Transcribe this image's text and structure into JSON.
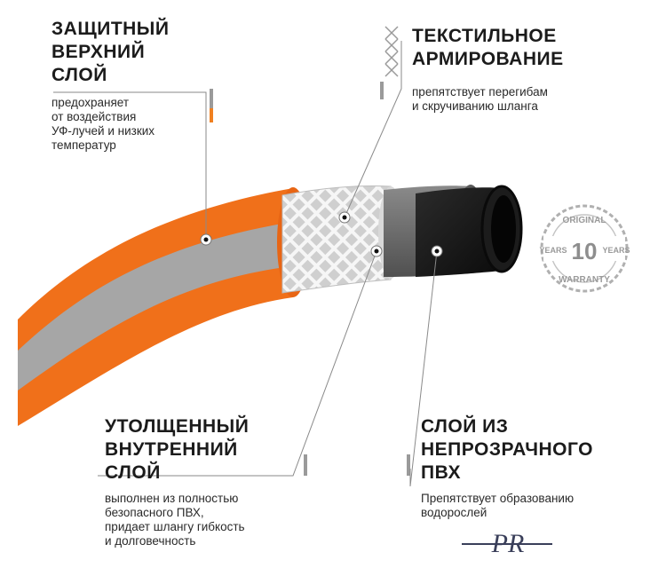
{
  "callouts": {
    "top_layer": {
      "title": [
        "ЗАЩИТНЫЙ",
        "ВЕРХНИЙ",
        "СЛОЙ"
      ],
      "desc": [
        "предохраняет",
        "от воздействия",
        "УФ-лучей и низких",
        "температур"
      ]
    },
    "reinforcement": {
      "title": [
        "ТЕКСТИЛЬНОЕ",
        "АРМИРОВАНИЕ"
      ],
      "desc": [
        "препятствует перегибам",
        "и скручиванию шланга"
      ]
    },
    "inner_layer": {
      "title": [
        "УТОЛЩЕННЫЙ",
        "ВНУТРЕННИЙ",
        "СЛОЙ"
      ],
      "desc": [
        "выполнен из полностью",
        "безопасного ПВХ,",
        "придает шлангу гибкость",
        "и долговечность"
      ]
    },
    "opaque_layer": {
      "title": [
        "СЛОЙ ИЗ",
        "НЕПРОЗРАЧНОГО",
        "ПВХ"
      ],
      "desc": [
        "Препятствует образованию",
        "водорослей"
      ]
    }
  },
  "warranty_badge": {
    "top": "ORIGINAL",
    "bottom": "WARRANTY",
    "number": "10",
    "left": "YEARS",
    "right": "YEARS"
  },
  "logo": {
    "text": "PR"
  },
  "colors": {
    "hose_orange": "#f0701a",
    "hose_grey": "#a6a6a6",
    "mesh_white": "#f4f4f4",
    "pvc_grey": "#7a7a7a",
    "core_black": "#151515",
    "accent_orange": "#f08020"
  }
}
